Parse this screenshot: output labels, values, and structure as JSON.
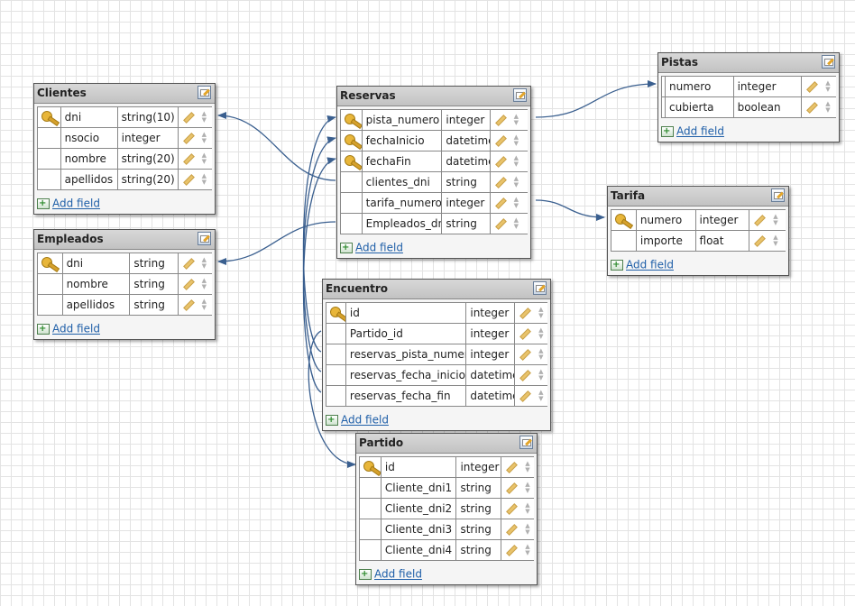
{
  "action_labels": {
    "add_field": "Add field"
  },
  "tables": {
    "clientes": {
      "title": "Clientes",
      "fields": [
        {
          "name": "dni",
          "type": "string(10)",
          "key": true
        },
        {
          "name": "nsocio",
          "type": "integer",
          "key": false
        },
        {
          "name": "nombre",
          "type": "string(20)",
          "key": false
        },
        {
          "name": "apellidos",
          "type": "string(20)",
          "key": false
        }
      ]
    },
    "empleados": {
      "title": "Empleados",
      "fields": [
        {
          "name": "dni",
          "type": "string",
          "key": true
        },
        {
          "name": "nombre",
          "type": "string",
          "key": false
        },
        {
          "name": "apellidos",
          "type": "string",
          "key": false
        }
      ]
    },
    "reservas": {
      "title": "Reservas",
      "fields": [
        {
          "name": "pista_numero",
          "type": "integer",
          "key": true
        },
        {
          "name": "fechaInicio",
          "type": "datetime",
          "key": true
        },
        {
          "name": "fechaFin",
          "type": "datetime",
          "key": true
        },
        {
          "name": "clientes_dni",
          "type": "string",
          "key": false
        },
        {
          "name": "tarifa_numero",
          "type": "integer",
          "key": false
        },
        {
          "name": "Empleados_dni",
          "type": "string",
          "key": false
        }
      ]
    },
    "pistas": {
      "title": "Pistas",
      "fields": [
        {
          "name": "numero",
          "type": "integer",
          "key": false
        },
        {
          "name": "cubierta",
          "type": "boolean",
          "key": false
        }
      ]
    },
    "tarifa": {
      "title": "Tarifa",
      "fields": [
        {
          "name": "numero",
          "type": "integer",
          "key": true
        },
        {
          "name": "importe",
          "type": "float",
          "key": false
        }
      ]
    },
    "encuentro": {
      "title": "Encuentro",
      "fields": [
        {
          "name": "id",
          "type": "integer",
          "key": true
        },
        {
          "name": "Partido_id",
          "type": "integer",
          "key": false
        },
        {
          "name": "reservas_pista_numero",
          "type": "integer",
          "key": false
        },
        {
          "name": "reservas_fecha_inicio",
          "type": "datetime",
          "key": false
        },
        {
          "name": "reservas_fecha_fin",
          "type": "datetime",
          "key": false
        }
      ]
    },
    "partido": {
      "title": "Partido",
      "fields": [
        {
          "name": "id",
          "type": "integer",
          "key": true
        },
        {
          "name": "Cliente_dni1",
          "type": "string",
          "key": false
        },
        {
          "name": "Cliente_dni2",
          "type": "string",
          "key": false
        },
        {
          "name": "Cliente_dni3",
          "type": "string",
          "key": false
        },
        {
          "name": "Cliente_dni4",
          "type": "string",
          "key": false
        }
      ]
    }
  },
  "colors": {
    "link": "#3a5f8f",
    "link_text": "#1f5fa8",
    "header": "#c8c8c8",
    "key": "#e8b63a"
  },
  "icons": [
    "key-icon",
    "pencil-icon",
    "sort-arrows-icon",
    "edit-table-icon",
    "add-field-icon",
    "arrow-icon"
  ]
}
